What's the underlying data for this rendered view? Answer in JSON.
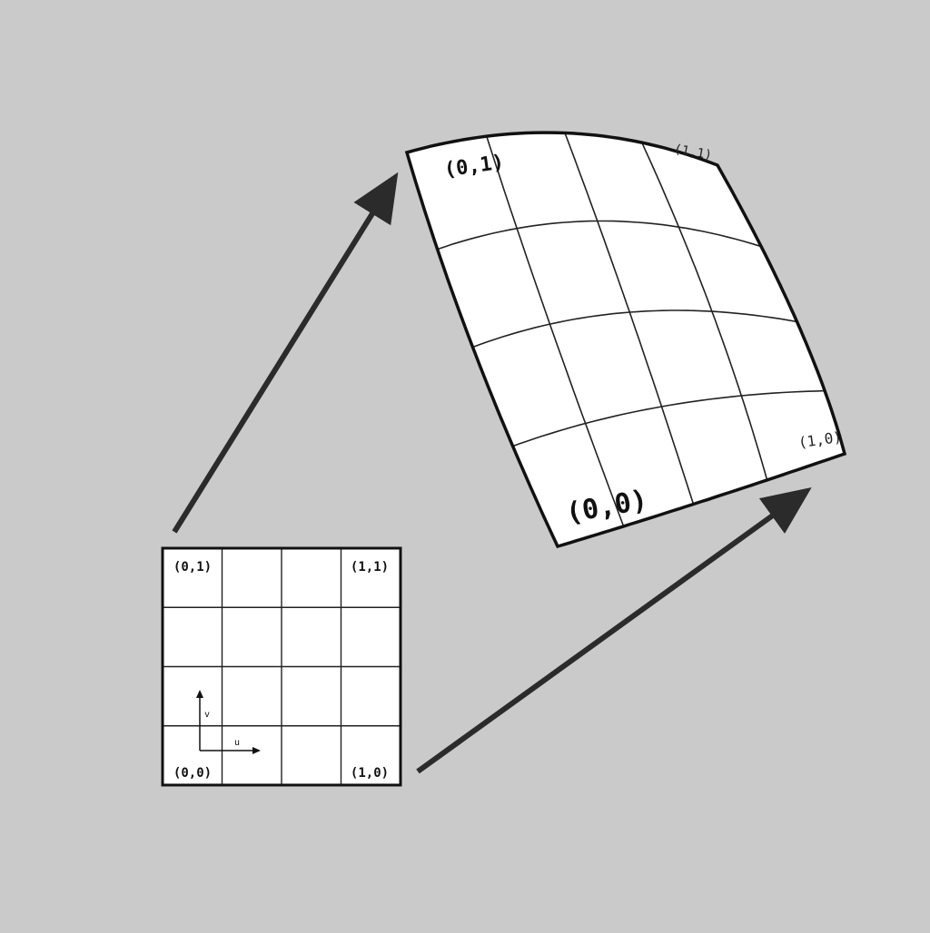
{
  "colors": {
    "background": "#cacaca",
    "surface_fill": "#ffffff",
    "line": "#1a1a1a",
    "arrow": "#2b2b2b"
  },
  "grid": {
    "divisions": 4
  },
  "flat_patch": {
    "labels": {
      "top_left": "(0,1)",
      "top_right": "(1,1)",
      "bottom_left": "(0,0)",
      "bottom_right": "(1,0)"
    },
    "axes": {
      "u_label": "u",
      "v_label": "v"
    }
  },
  "curved_patch": {
    "labels": {
      "top_left": "(0,1)",
      "top_right": "(1,1)",
      "bottom_left": "(0,0)",
      "bottom_right": "(1,0)"
    }
  },
  "icons": {
    "arrow_top": "mapping-arrow-icon",
    "arrow_bottom": "mapping-arrow-icon"
  }
}
